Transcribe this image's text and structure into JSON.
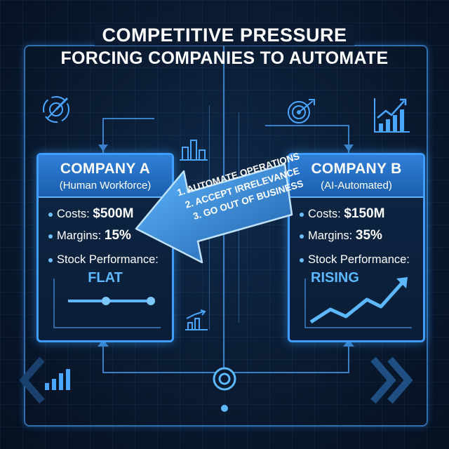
{
  "title": {
    "line1": "Competitive Pressure",
    "line2": "Forcing Companies to Automate"
  },
  "company_a": {
    "name": "Company A",
    "subtitle": "(Human Workforce)",
    "costs_label": "Costs:",
    "costs_value": "$500M",
    "margins_label": "Margins:",
    "margins_value": "15%",
    "performance_label": "Stock Performance:",
    "performance_value": "FLAT"
  },
  "company_b": {
    "name": "Company B",
    "subtitle": "(AI-Automated)",
    "costs_label": "Costs:",
    "costs_value": "$150M",
    "margins_label": "Margins:",
    "margins_value": "35%",
    "performance_label": "Stock Performance:",
    "performance_value": "RISING"
  },
  "options": {
    "item1": "1. Automate Operations",
    "item2": "2. Accept Irrelevance",
    "item3": "3. Go Out of Business"
  },
  "colors": {
    "background": "#0a1a30",
    "accent": "#3f9dff",
    "header": "#1b5fae"
  },
  "icons": [
    "compass-icon",
    "target-icon",
    "rising-chart-icon",
    "buildings-icon",
    "bar-chart-icon",
    "circuit-node-icon"
  ]
}
